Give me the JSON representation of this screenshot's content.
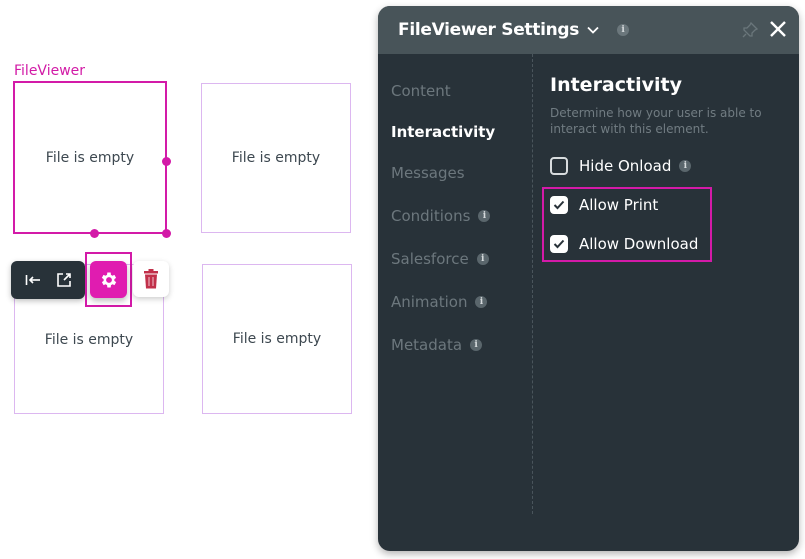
{
  "canvas": {
    "selected_label": "FileViewer",
    "boxes": [
      {
        "text": "File is empty"
      },
      {
        "text": "File is empty"
      },
      {
        "text": "File is empty"
      },
      {
        "text": "File is empty"
      }
    ],
    "toolbar": {
      "icons": [
        "move-left-icon",
        "external-link-icon",
        "gear-icon",
        "trash-icon"
      ]
    }
  },
  "panel": {
    "title": "FileViewer Settings",
    "info": "i",
    "nav": [
      {
        "label": "Content",
        "active": false,
        "info": false
      },
      {
        "label": "Interactivity",
        "active": true,
        "info": false
      },
      {
        "label": "Messages",
        "active": false,
        "info": false
      },
      {
        "label": "Conditions",
        "active": false,
        "info": true
      },
      {
        "label": "Salesforce",
        "active": false,
        "info": true
      },
      {
        "label": "Animation",
        "active": false,
        "info": true
      },
      {
        "label": "Metadata",
        "active": false,
        "info": true
      }
    ],
    "section": {
      "title": "Interactivity",
      "description": "Determine how your user is able to interact with this element.",
      "options": [
        {
          "label": "Hide Onload",
          "checked": false,
          "info": true
        },
        {
          "label": "Allow Print",
          "checked": true,
          "info": false
        },
        {
          "label": "Allow Download",
          "checked": true,
          "info": false
        }
      ]
    }
  },
  "colors": {
    "accent": "#d31aa8",
    "panel_bg": "#283239",
    "panel_header": "#485459"
  }
}
